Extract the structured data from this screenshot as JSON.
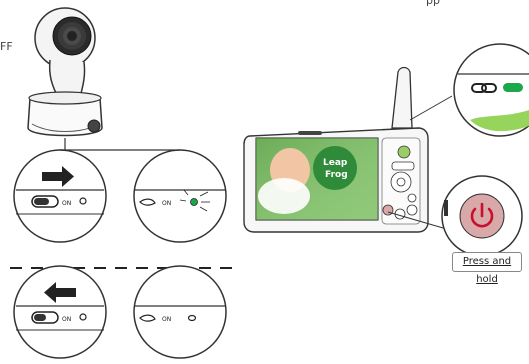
{
  "labels": {
    "press_and_hold": "Press and hold",
    "switch_on": "ON",
    "top_right_fragment": "pp",
    "off_fragment": "FF",
    "brand_top": "Leap",
    "brand_bottom": "Frog"
  },
  "icons": {
    "link": "link-icon",
    "power": "power-icon",
    "arrow_right": "arrow-right-icon",
    "arrow_left": "arrow-left-icon"
  },
  "colors": {
    "status_led": "#1aa84a",
    "power_button": "#d9a8a8",
    "power_symbol": "#c8102e",
    "arrow": "#222222",
    "line": "#333333"
  }
}
